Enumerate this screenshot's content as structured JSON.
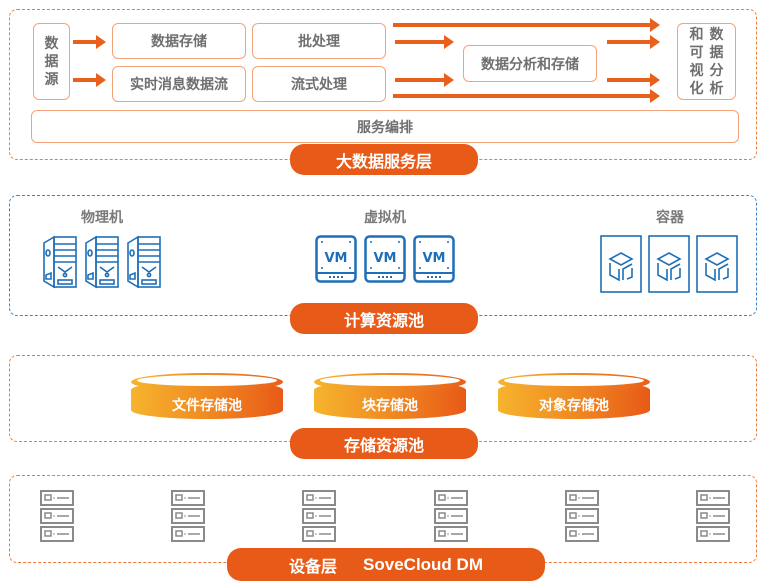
{
  "big_data_layer": {
    "title": "大数据服务层",
    "data_source": "数据源",
    "data_storage": "数据存储",
    "realtime_stream": "实时消息数据流",
    "batch_processing": "批处理",
    "stream_processing": "流式处理",
    "analysis_storage": "数据分析和存储",
    "visualization_col1": "和可视化",
    "visualization_col2": "数据分析",
    "service_orchestration": "服务编排"
  },
  "compute_layer": {
    "title": "计算资源池",
    "physical": {
      "label": "物理机",
      "icon": "server-tower-icon",
      "count": 3
    },
    "virtual": {
      "label": "虚拟机",
      "icon": "vm-icon",
      "icon_text": "VM",
      "count": 3
    },
    "container": {
      "label": "容器",
      "icon": "container-cube-icon",
      "count": 3
    }
  },
  "storage_layer": {
    "title": "存储资源池",
    "pools": [
      "文件存储池",
      "块存储池",
      "对象存储池"
    ]
  },
  "device_layer": {
    "title_cn": "设备层",
    "title_en": "SoveCloud DM",
    "rack_count": 6,
    "units_per_rack": 3
  },
  "colors": {
    "accent_orange": "#e85a17",
    "compute_blue": "#1e6fb8",
    "gray_text": "#7a7a7a"
  }
}
